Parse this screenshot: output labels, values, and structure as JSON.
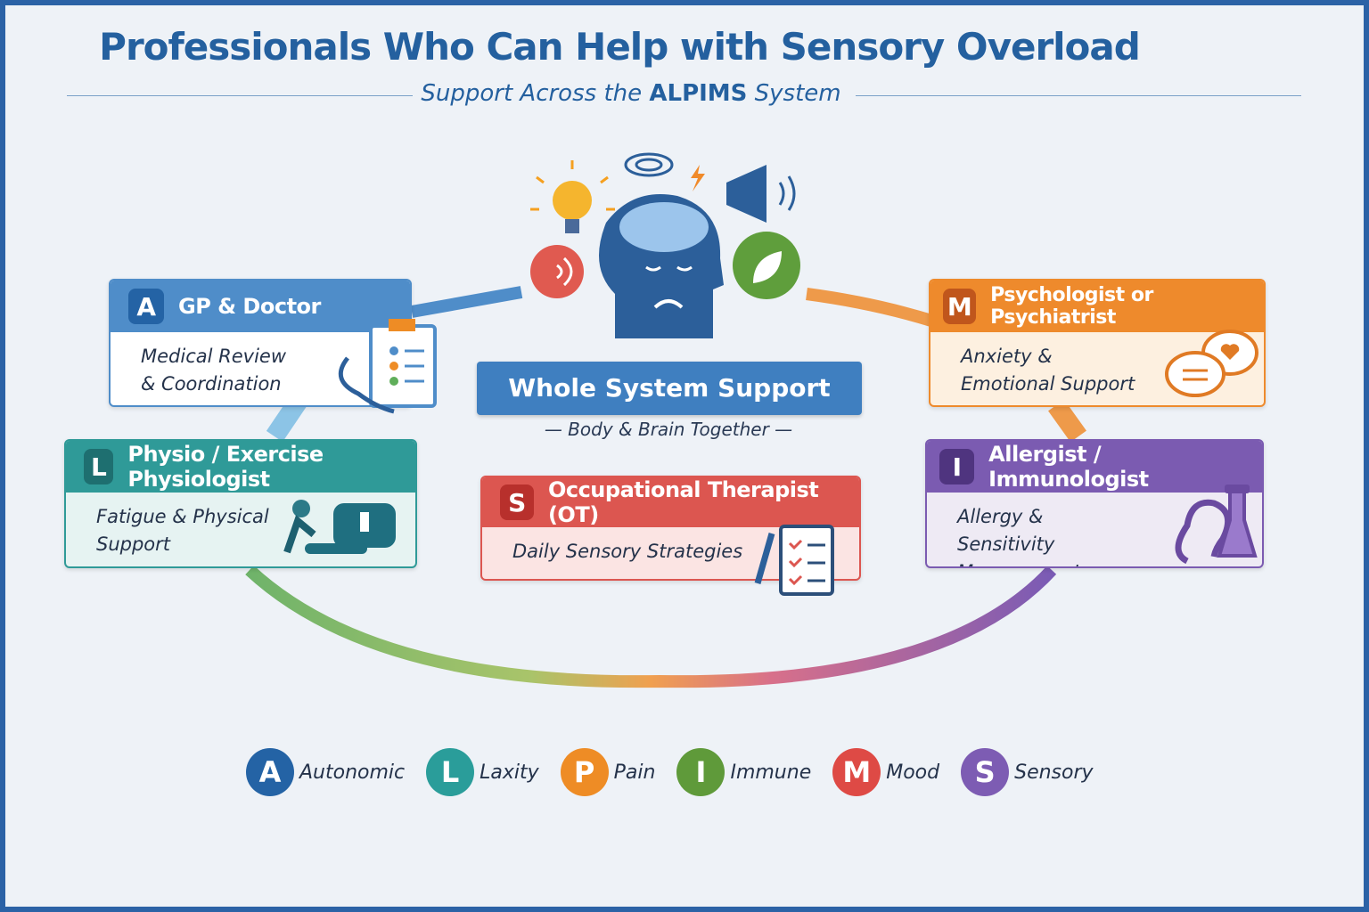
{
  "title": "Professionals Who Can Help with Sensory Overload",
  "subtitle": {
    "pre": "Support Across the ",
    "bold": "ALPIMS",
    "post": " System"
  },
  "center": {
    "banner": "Whole System Support",
    "tagline": "— Body & Brain Together —"
  },
  "cards": [
    {
      "letter": "A",
      "title": "GP & Doctor",
      "body": "Medical Review & Coordination",
      "color": "#4f8dc9"
    },
    {
      "letter": "L",
      "title": "Physio / Exercise Physiologist",
      "body": "Fatigue & Physical Support",
      "color": "#2f9a98"
    },
    {
      "letter": "S",
      "title": "Occupational Therapist (OT)",
      "body": "Daily Sensory Strategies",
      "color": "#dc5650"
    },
    {
      "letter": "M",
      "title": "Psychologist or Psychiatrist",
      "body": "Anxiety & Emotional Support",
      "color": "#ee8a2c"
    },
    {
      "letter": "I",
      "title": "Allergist / Immunologist",
      "body": "Allergy & Sensitivity Management",
      "color": "#7b5bb1"
    }
  ],
  "legend": [
    {
      "letter": "A",
      "label": "Autonomic",
      "color": "#2463a5"
    },
    {
      "letter": "L",
      "label": "Laxity",
      "color": "#2a9d9a"
    },
    {
      "letter": "P",
      "label": "Pain",
      "color": "#ee8c25"
    },
    {
      "letter": "I",
      "label": "Immune",
      "color": "#5f9a3a"
    },
    {
      "letter": "M",
      "label": "Mood",
      "color": "#de4a45"
    },
    {
      "letter": "S",
      "label": "Sensory",
      "color": "#7d5cb3"
    }
  ]
}
